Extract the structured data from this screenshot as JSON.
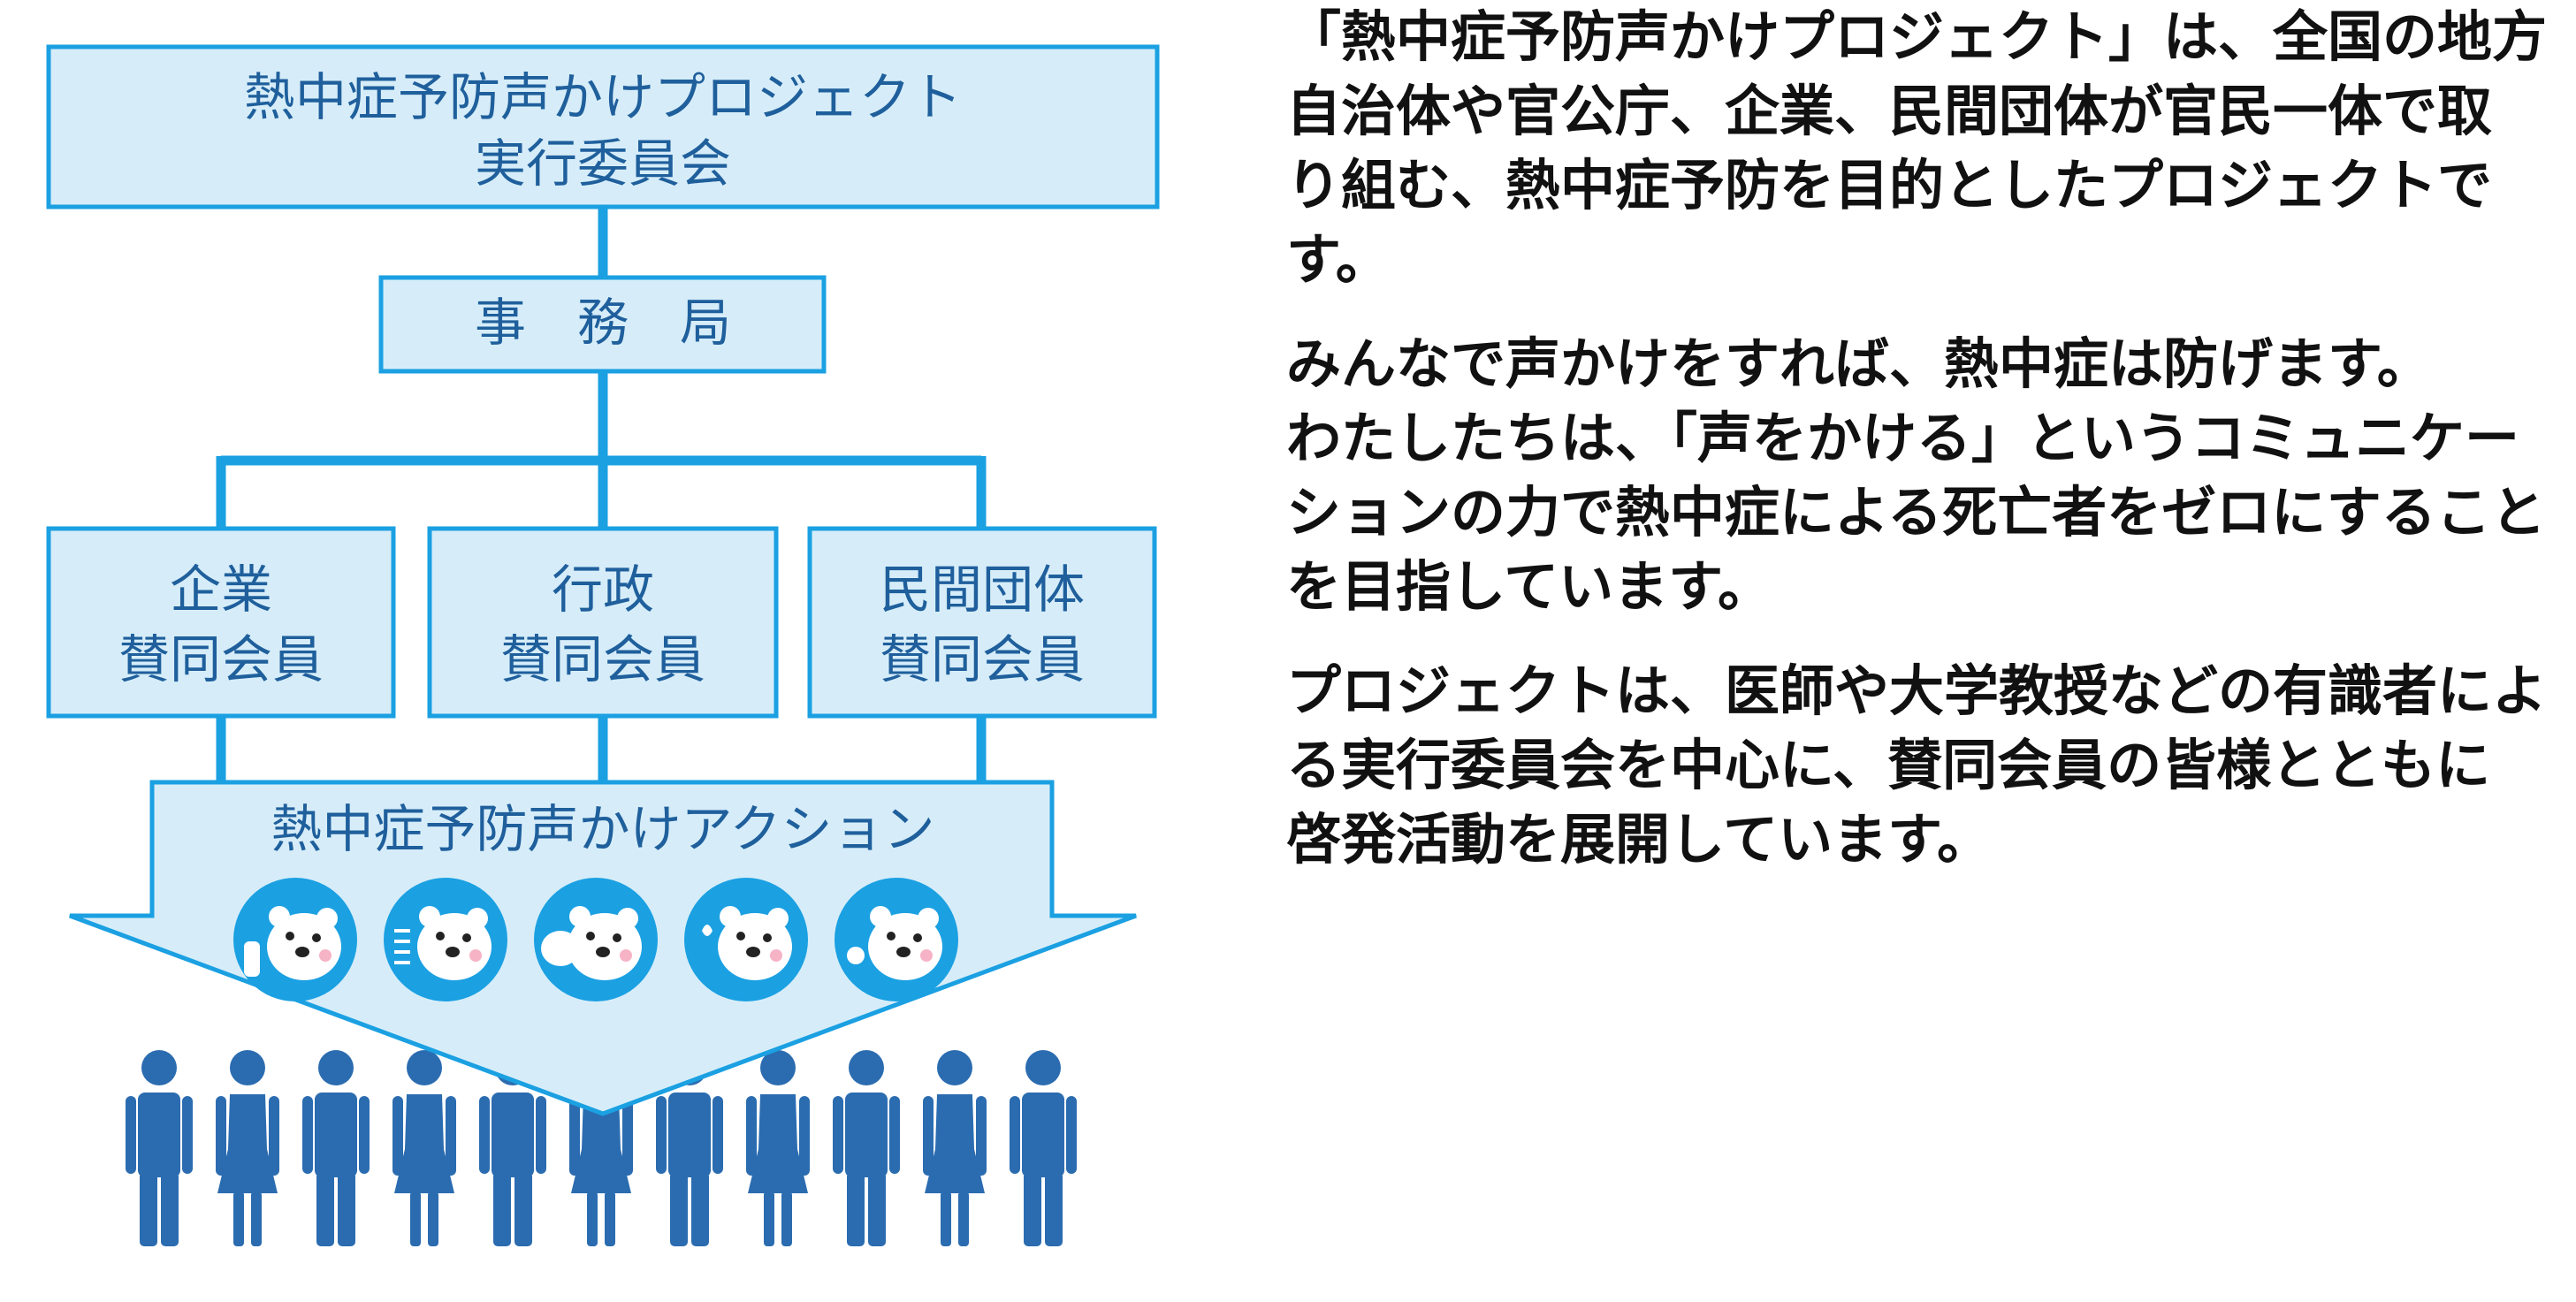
{
  "colors": {
    "box_fill": "#d6edf9",
    "box_stroke": "#1ba0e2",
    "connector": "#1ba0e2",
    "label_text": "#1f5f9c",
    "people": "#2b6cb0",
    "bear_circle": "#1ba0e2"
  },
  "org": {
    "committee": {
      "line1": "熱中症予防声かけプロジェクト",
      "line2": "実行委員会"
    },
    "secretariat": "事　務　局",
    "members": [
      {
        "line1": "企業",
        "line2": "賛同会員"
      },
      {
        "line1": "行政",
        "line2": "賛同会員"
      },
      {
        "line1": "民間団体",
        "line2": "賛同会員"
      }
    ],
    "action": "熱中症予防声かけアクション",
    "mascot_icons": [
      "bear-drinking-icon",
      "bear-fan-icon",
      "bears-talking-icon",
      "bear-sweat-icon",
      "bear-breathing-icon"
    ],
    "people_icons": [
      "man-icon",
      "woman-icon",
      "man-icon",
      "woman-icon",
      "man-icon",
      "woman-icon",
      "man-icon",
      "woman-icon",
      "man-icon",
      "woman-icon",
      "man-icon"
    ]
  },
  "description": {
    "paragraph1": [
      "「熱中症予防声かけプロジェクト」は、全国の地方",
      "自治体や官公庁、企業、民間団体が官民一体で取",
      "り組む、熱中症予防を目的としたプロジェクトで",
      "す。"
    ],
    "paragraph2": [
      "みんなで声かけをすれば、熱中症は防げます。",
      "わたしたちは、「声をかける」というコミュニケー",
      "ションの力で熱中症による死亡者をゼロにすること",
      "を目指しています。"
    ],
    "paragraph3": [
      "プロジェクトは、医師や大学教授などの有識者によ",
      "る実行委員会を中心に、賛同会員の皆様とともに",
      "啓発活動を展開しています。"
    ]
  }
}
